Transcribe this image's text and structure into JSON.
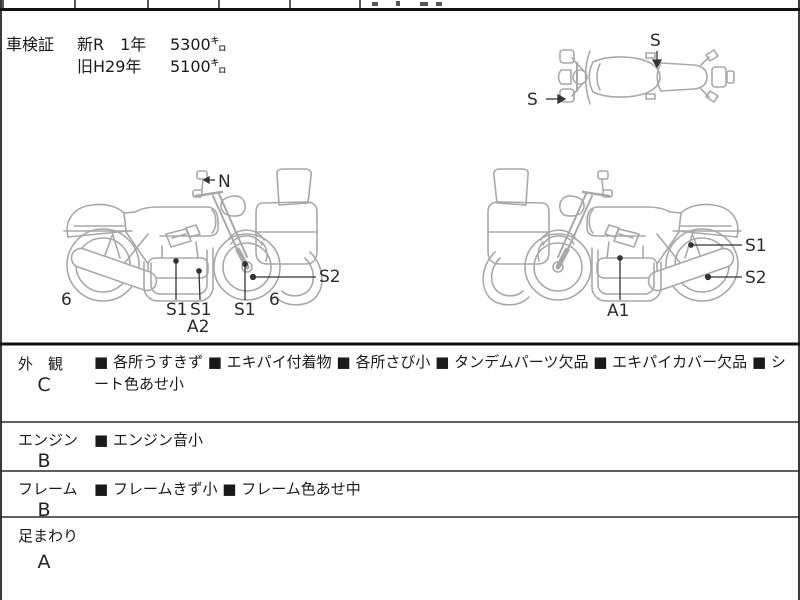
{
  "header": {
    "certificate_label": "車検証",
    "rows": [
      {
        "era": "新R　1年",
        "mileage": "5300㌔"
      },
      {
        "era": "旧H29年",
        "mileage": "5100㌔"
      }
    ]
  },
  "diagrams": {
    "top_view": {
      "labels": [
        {
          "text": "S",
          "target": "seat-top"
        },
        {
          "text": "S",
          "target": "left-handlebar-mirror"
        }
      ]
    },
    "left_side": {
      "labels": [
        {
          "text": "N",
          "target": "mirror"
        },
        {
          "text": "S1",
          "target": "engine"
        },
        {
          "text": "S1",
          "target": "crash-bar"
        },
        {
          "text": "A2",
          "target": "crash-bar-area"
        },
        {
          "text": "S1",
          "target": "front-fork-bottom"
        },
        {
          "text": "S2",
          "target": "front-wheel"
        },
        {
          "text": "6",
          "target": "rear-wheel"
        },
        {
          "text": "6",
          "target": "front-wheel"
        }
      ]
    },
    "right_side": {
      "labels": [
        {
          "text": "S1",
          "target": "rear-frame"
        },
        {
          "text": "S2",
          "target": "rear-wheel"
        },
        {
          "text": "A1",
          "target": "engine"
        }
      ]
    }
  },
  "assessment": {
    "bullet": "■",
    "rows": [
      {
        "category": "外　観",
        "grade": "C",
        "comments": [
          "各所うすきず",
          "エキパイ付着物",
          "各所さび小",
          "タンデムパーツ欠品",
          "エキパイカバー欠品",
          "シート色あせ小"
        ],
        "comments_display": "■ 各所うすきず ■ エキパイ付着物 ■ 各所さび小 ■ タンデムパーツ欠品 ■ エキパイカバー欠品 ■ シート色あせ小"
      },
      {
        "category": "エンジン",
        "grade": "B",
        "comments": [
          "エンジン音小"
        ],
        "comments_display": "■ エンジン音小"
      },
      {
        "category": "フレーム",
        "grade": "B",
        "comments": [
          "フレームきず小",
          "フレーム色あせ中"
        ],
        "comments_display": "■ フレームきず小 ■ フレーム色あせ中"
      },
      {
        "category": "足まわり",
        "grade": "A",
        "comments": [],
        "comments_display": ""
      }
    ]
  },
  "colors": {
    "line_art": "#a8a8a8",
    "border": "#1c1c1c",
    "callout": "#333333"
  }
}
